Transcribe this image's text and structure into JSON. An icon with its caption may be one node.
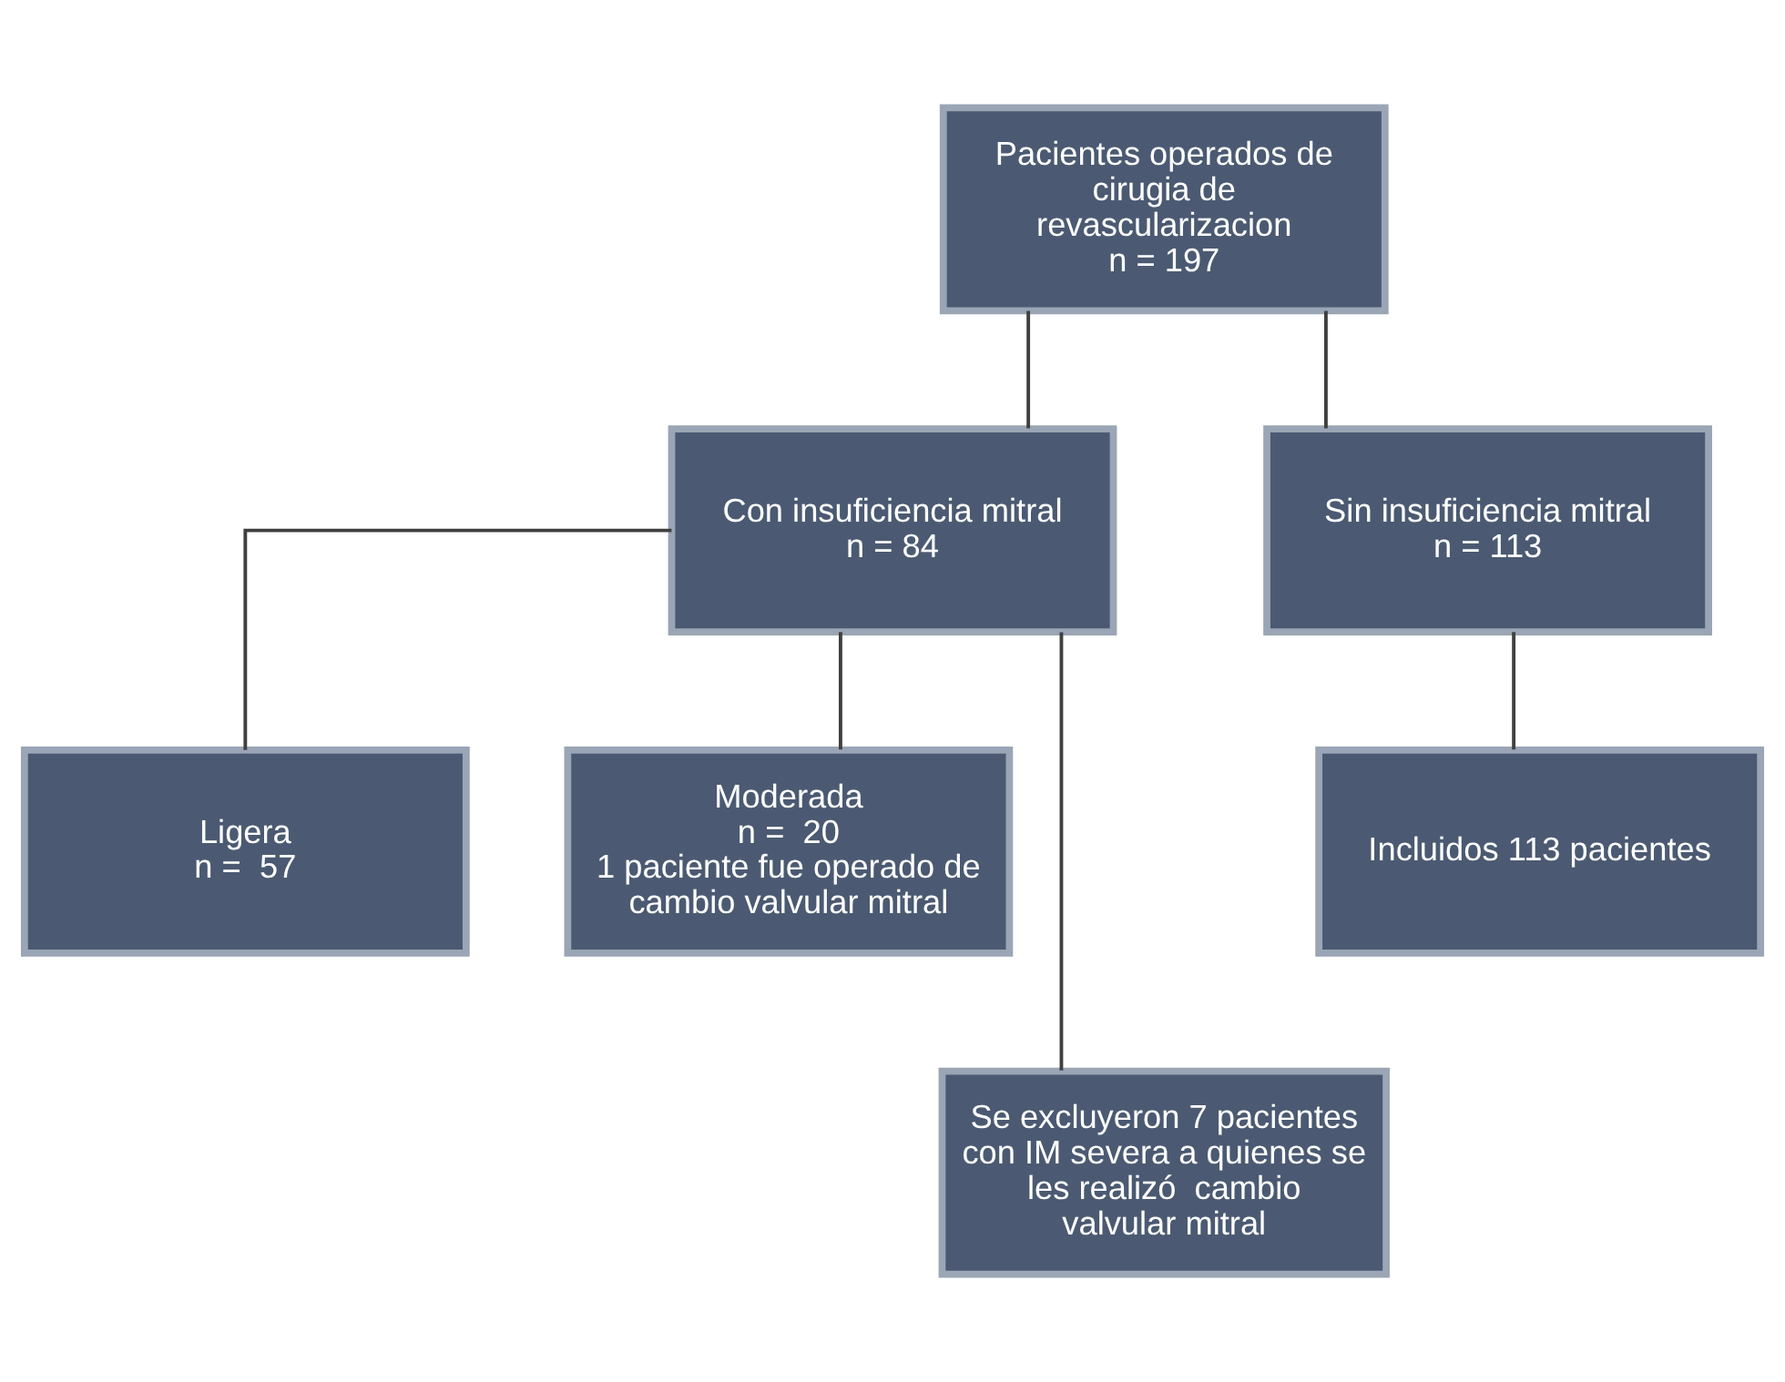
{
  "diagram": {
    "nodes": [
      {
        "text": [
          "Pacientes operados de cirugia de revascularizacion",
          "n = 197"
        ]
      },
      {
        "text": [
          "Con insuficiencia mitral",
          "n = 84"
        ]
      },
      {
        "text": [
          "Sin insuficiencia mitral",
          "n = 113"
        ]
      },
      {
        "text": [
          "Ligera",
          "n =  57"
        ]
      },
      {
        "text": [
          "Moderada",
          "n =  20",
          "1 paciente fue operado de cambio valvular mitral"
        ]
      },
      {
        "text": [
          "Incluidos 113 pacientes"
        ]
      },
      {
        "text": [
          "Se excluyeron 7 pacientes con IM severa a quienes se les realizó  cambio valvular mitral"
        ]
      }
    ],
    "edges": [
      {
        "from": 0,
        "to": 1,
        "arrow": "none"
      },
      {
        "from": 0,
        "to": 2,
        "arrow": "none"
      },
      {
        "from": 1,
        "to": 3,
        "arrow": "none"
      },
      {
        "from": 1,
        "to": 4,
        "arrow": "none"
      },
      {
        "from": 1,
        "to": 6,
        "arrow": "none"
      },
      {
        "from": 2,
        "to": 5,
        "arrow": "none"
      }
    ]
  }
}
